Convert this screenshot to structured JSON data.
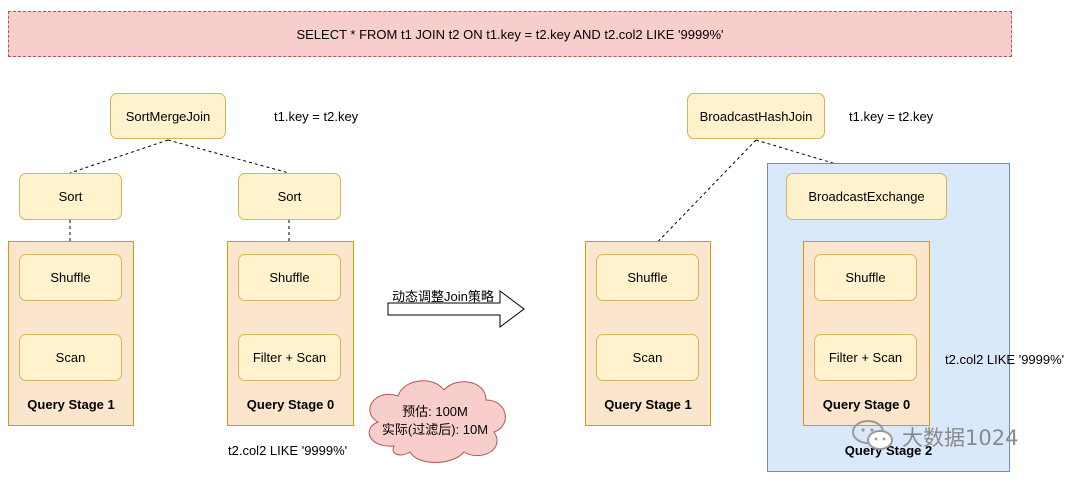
{
  "sql": "SELECT * FROM  t1 JOIN  t2 ON  t1.key = t2.key AND t2.col2 LIKE '9999%'",
  "left_plan": {
    "join": "SortMergeJoin",
    "join_condition": "t1.key = t2.key",
    "sort_left": "Sort",
    "sort_right": "Sort",
    "stage1": {
      "shuffle": "Shuffle",
      "scan": "Scan",
      "title": "Query Stage 1"
    },
    "stage0": {
      "shuffle": "Shuffle",
      "scan": "Filter + Scan",
      "title": "Query Stage 0"
    },
    "filter_note": "t2.col2 LIKE '9999%'"
  },
  "cloud": {
    "line1": "预估:  100M",
    "line2": "实际(过滤后):  10M"
  },
  "arrow_label": "动态调整Join策略",
  "right_plan": {
    "join": "BroadcastHashJoin",
    "join_condition": "t1.key = t2.key",
    "exchange": "BroadcastExchange",
    "stage1": {
      "shuffle": "Shuffle",
      "scan": "Scan",
      "title": "Query Stage 1"
    },
    "stage0": {
      "shuffle": "Shuffle",
      "scan": "Filter + Scan",
      "title": "Query Stage 0"
    },
    "stage2_title": "Query Stage 2",
    "filter_note": "t2.col2 LIKE '9999%'"
  },
  "watermark": "大数据1024"
}
